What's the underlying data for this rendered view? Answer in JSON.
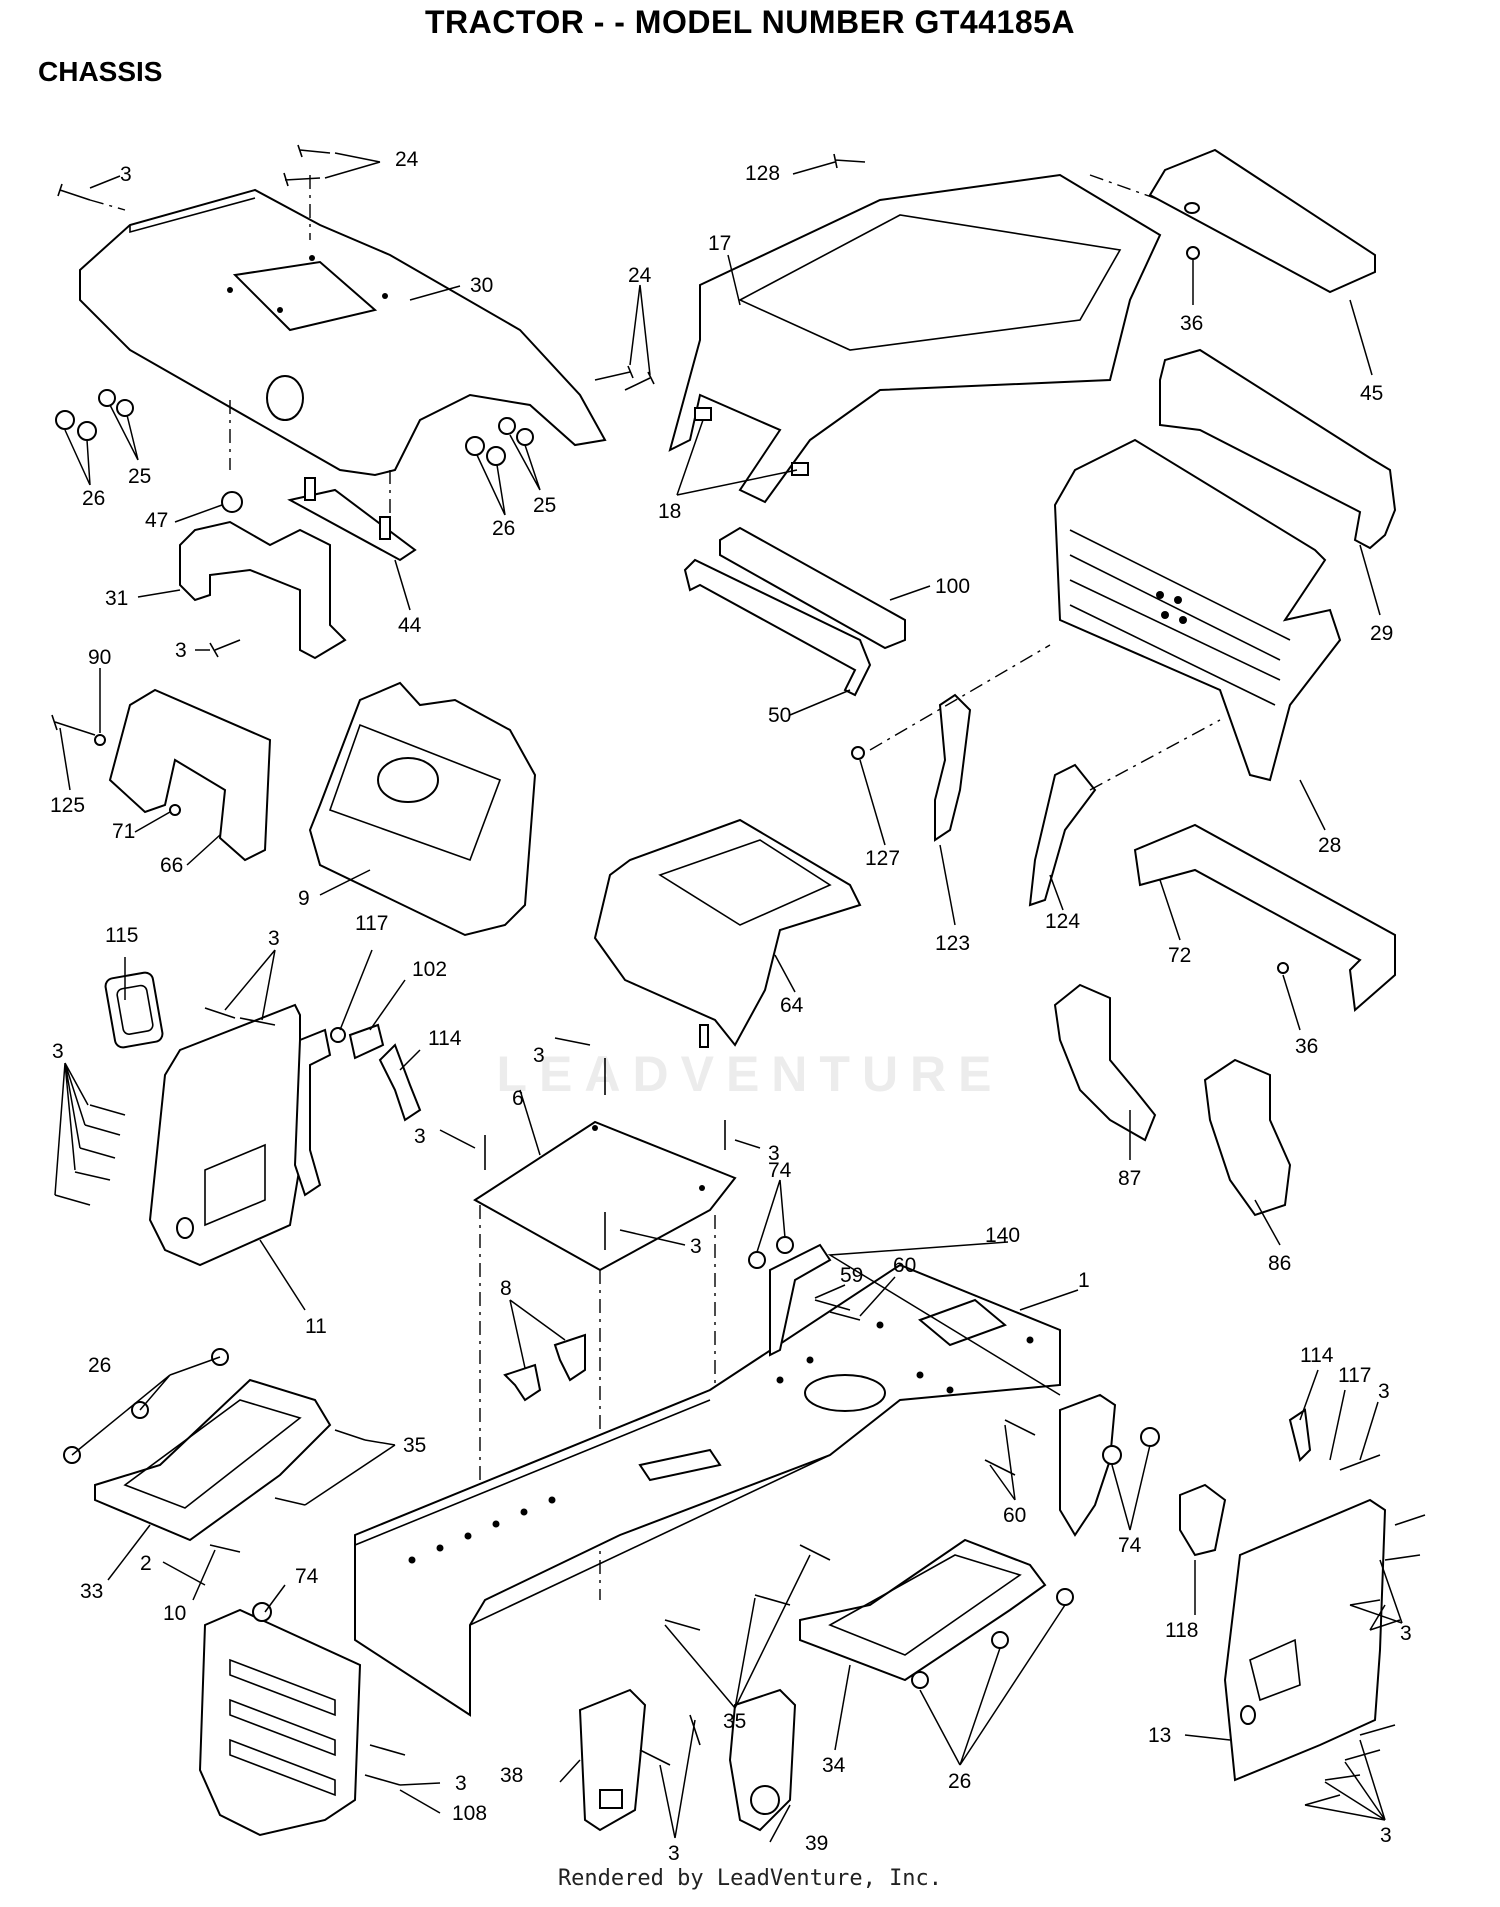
{
  "header": {
    "title": "TRACTOR - - MODEL NUMBER GT44185A",
    "section": "CHASSIS"
  },
  "watermark": "LEADVENTURE",
  "footer": "Rendered by LeadVenture, Inc.",
  "callouts": [
    {
      "id": "c1",
      "text": "3"
    },
    {
      "id": "c2",
      "text": "24"
    },
    {
      "id": "c3",
      "text": "30"
    },
    {
      "id": "c4",
      "text": "24"
    },
    {
      "id": "c5",
      "text": "25"
    },
    {
      "id": "c6",
      "text": "26"
    },
    {
      "id": "c7",
      "text": "25"
    },
    {
      "id": "c8",
      "text": "26"
    },
    {
      "id": "c9",
      "text": "47"
    },
    {
      "id": "c10",
      "text": "31"
    },
    {
      "id": "c11",
      "text": "44"
    },
    {
      "id": "c12",
      "text": "3"
    },
    {
      "id": "c13",
      "text": "128"
    },
    {
      "id": "c14",
      "text": "17"
    },
    {
      "id": "c15",
      "text": "36"
    },
    {
      "id": "c16",
      "text": "45"
    },
    {
      "id": "c17",
      "text": "18"
    },
    {
      "id": "c18",
      "text": "100"
    },
    {
      "id": "c19",
      "text": "50"
    },
    {
      "id": "c20",
      "text": "29"
    },
    {
      "id": "c21",
      "text": "90"
    },
    {
      "id": "c22",
      "text": "125"
    },
    {
      "id": "c23",
      "text": "71"
    },
    {
      "id": "c24",
      "text": "66"
    },
    {
      "id": "c25",
      "text": "9"
    },
    {
      "id": "c26",
      "text": "127"
    },
    {
      "id": "c27",
      "text": "123"
    },
    {
      "id": "c28",
      "text": "124"
    },
    {
      "id": "c29",
      "text": "28"
    },
    {
      "id": "c30",
      "text": "64"
    },
    {
      "id": "c31",
      "text": "72"
    },
    {
      "id": "c32",
      "text": "36"
    },
    {
      "id": "c33",
      "text": "115"
    },
    {
      "id": "c34",
      "text": "3"
    },
    {
      "id": "c35",
      "text": "117"
    },
    {
      "id": "c36",
      "text": "102"
    },
    {
      "id": "c37",
      "text": "114"
    },
    {
      "id": "c38",
      "text": "3"
    },
    {
      "id": "c39",
      "text": "11"
    },
    {
      "id": "c40",
      "text": "3"
    },
    {
      "id": "c41",
      "text": "6"
    },
    {
      "id": "c42",
      "text": "3"
    },
    {
      "id": "c43",
      "text": "3"
    },
    {
      "id": "c44",
      "text": "3"
    },
    {
      "id": "c45",
      "text": "87"
    },
    {
      "id": "c46",
      "text": "86"
    },
    {
      "id": "c47",
      "text": "74"
    },
    {
      "id": "c48",
      "text": "140"
    },
    {
      "id": "c49",
      "text": "59"
    },
    {
      "id": "c50",
      "text": "60"
    },
    {
      "id": "c51",
      "text": "1"
    },
    {
      "id": "c52",
      "text": "8"
    },
    {
      "id": "c53",
      "text": "26"
    },
    {
      "id": "c54",
      "text": "35"
    },
    {
      "id": "c55",
      "text": "33"
    },
    {
      "id": "c56",
      "text": "10"
    },
    {
      "id": "c57",
      "text": "60"
    },
    {
      "id": "c58",
      "text": "74"
    },
    {
      "id": "c59",
      "text": "114"
    },
    {
      "id": "c60",
      "text": "117"
    },
    {
      "id": "c61",
      "text": "3"
    },
    {
      "id": "c62",
      "text": "118"
    },
    {
      "id": "c63",
      "text": "3"
    },
    {
      "id": "c64",
      "text": "74"
    },
    {
      "id": "c65",
      "text": "2"
    },
    {
      "id": "c66",
      "text": "35"
    },
    {
      "id": "c67",
      "text": "34"
    },
    {
      "id": "c68",
      "text": "26"
    },
    {
      "id": "c69",
      "text": "13"
    },
    {
      "id": "c70",
      "text": "3"
    },
    {
      "id": "c71",
      "text": "3"
    },
    {
      "id": "c72",
      "text": "108"
    },
    {
      "id": "c73",
      "text": "38"
    },
    {
      "id": "c74",
      "text": "3"
    },
    {
      "id": "c75",
      "text": "39"
    }
  ]
}
